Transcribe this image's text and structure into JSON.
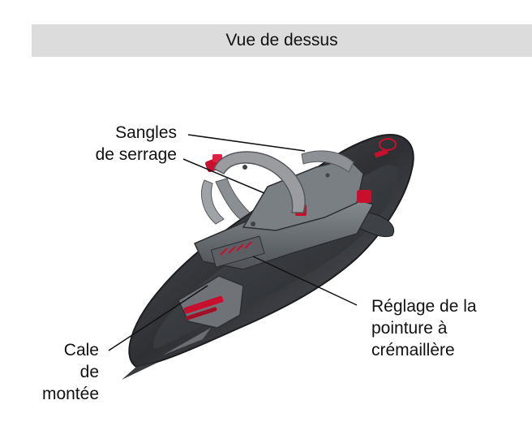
{
  "header": {
    "title": "Vue de dessus"
  },
  "labels": {
    "straps": [
      "Sangles",
      "de serrage"
    ],
    "size_adjust": [
      "Réglage de la",
      "pointure à",
      "crémaillère"
    ],
    "climbing_wedge": [
      "Cale",
      "de",
      "montée"
    ]
  },
  "colors": {
    "header_bg": "#dcdcdc",
    "frame": "#3a3c40",
    "binding": "#6b7075",
    "accent": "#c8102e",
    "strap": "#9a9ca0"
  }
}
